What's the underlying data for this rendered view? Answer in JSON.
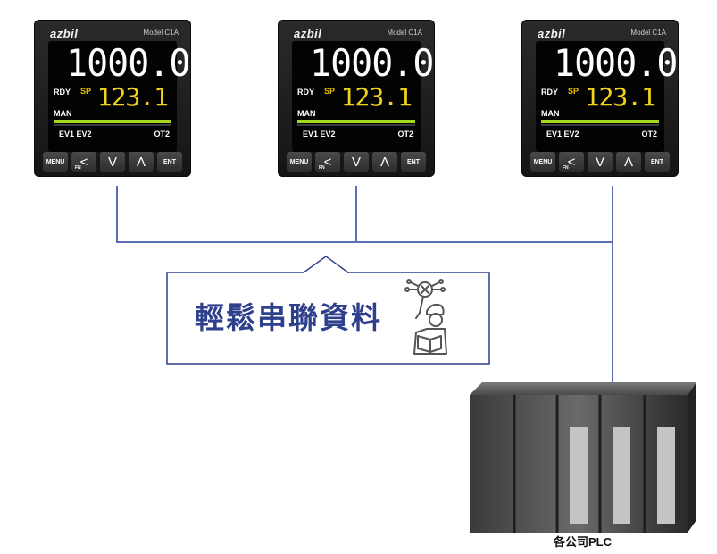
{
  "controllers": [
    {
      "brand": "azbil",
      "model": "Model C1A",
      "pv": "1000.0",
      "sv": "123.1",
      "rdy": "RDY",
      "sp": "SP",
      "man": "MAN",
      "ev": "EV1 EV2",
      "ot": "OT2",
      "buttons": [
        "MENU",
        "<",
        "V",
        "Λ",
        "ENT"
      ],
      "fn": "FN"
    },
    {
      "brand": "azbil",
      "model": "Model C1A",
      "pv": "1000.0",
      "sv": "123.1",
      "rdy": "RDY",
      "sp": "SP",
      "man": "MAN",
      "ev": "EV1 EV2",
      "ot": "OT2",
      "buttons": [
        "MENU",
        "<",
        "V",
        "Λ",
        "ENT"
      ],
      "fn": "FN"
    },
    {
      "brand": "azbil",
      "model": "Model C1A",
      "pv": "1000.0",
      "sv": "123.1",
      "rdy": "RDY",
      "sp": "SP",
      "man": "MAN",
      "ev": "EV1 EV2",
      "ot": "OT2",
      "buttons": [
        "MENU",
        "<",
        "V",
        "Λ",
        "ENT"
      ],
      "fn": "FN"
    }
  ],
  "callout": {
    "text": "輕鬆串聯資料",
    "icon": "engineer-with-wrench-icon"
  },
  "plc": {
    "caption": "各公司PLC"
  },
  "colors": {
    "wire": "#5a6fb5",
    "callout_text": "#2e3f8c",
    "bar": "#a6d81e",
    "sv": "#f0d21a"
  }
}
